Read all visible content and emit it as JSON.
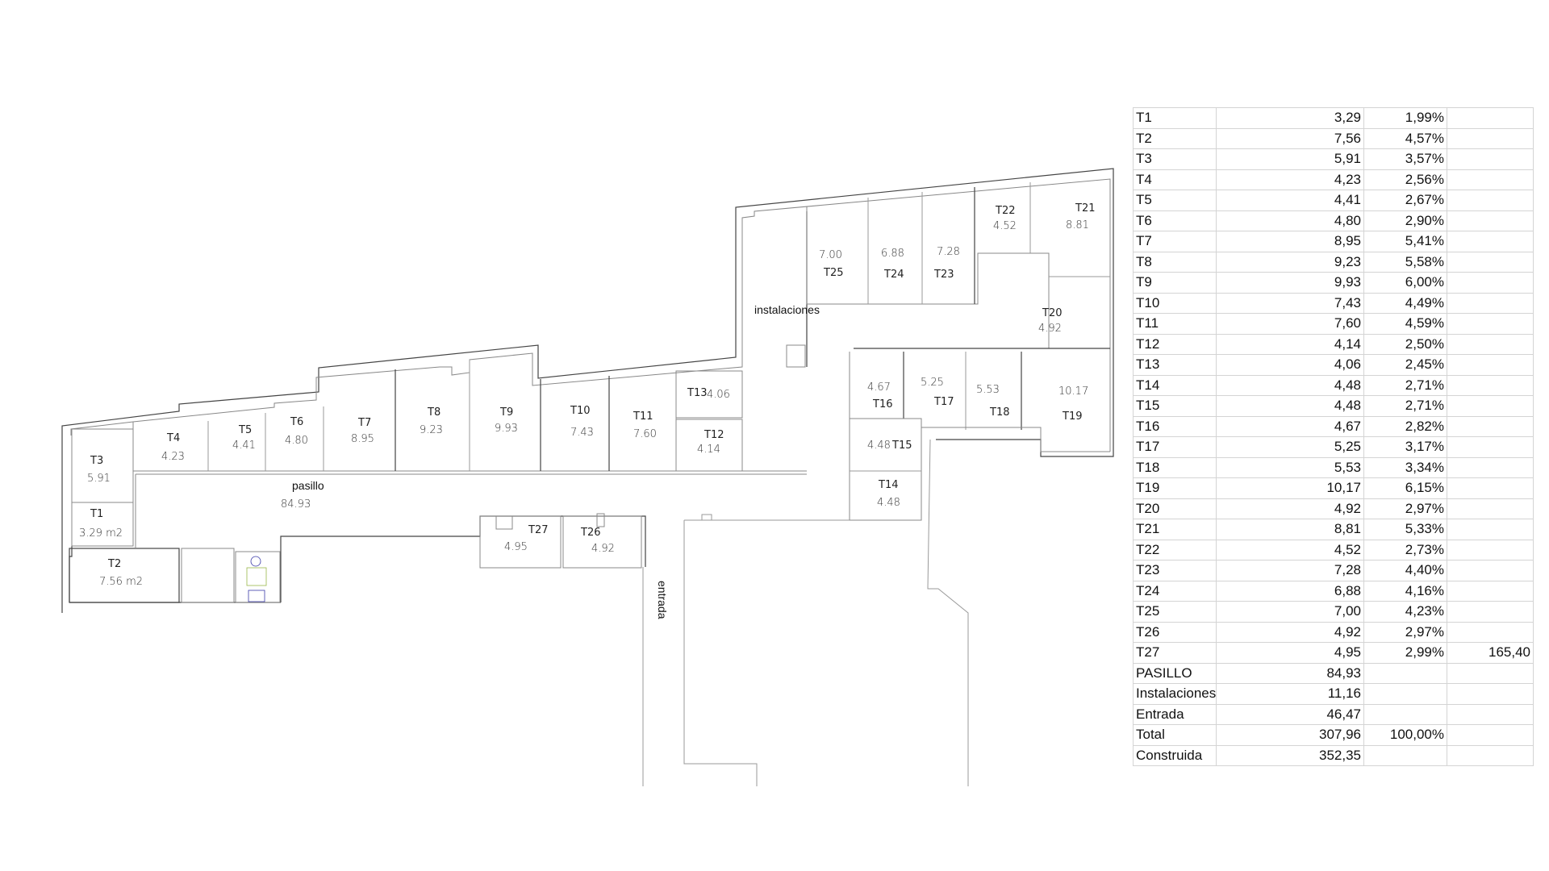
{
  "floor_plan": {
    "rooms": [
      {
        "id": "T1",
        "label": "T1",
        "area": "3.29 m2"
      },
      {
        "id": "T2",
        "label": "T2",
        "area": "7.56 m2"
      },
      {
        "id": "T3",
        "label": "T3",
        "area": "5.91"
      },
      {
        "id": "T4",
        "label": "T4",
        "area": "4.23"
      },
      {
        "id": "T5",
        "label": "T5",
        "area": "4.41"
      },
      {
        "id": "T6",
        "label": "T6",
        "area": "4.80"
      },
      {
        "id": "T7",
        "label": "T7",
        "area": "8.95"
      },
      {
        "id": "T8",
        "label": "T8",
        "area": "9.23"
      },
      {
        "id": "T9",
        "label": "T9",
        "area": "9.93"
      },
      {
        "id": "T10",
        "label": "T10",
        "area": "7.43"
      },
      {
        "id": "T11",
        "label": "T11",
        "area": "7.60"
      },
      {
        "id": "T12",
        "label": "T12",
        "area": "4.14"
      },
      {
        "id": "T13",
        "label": "T13",
        "area": "4.06"
      },
      {
        "id": "T14",
        "label": "T14",
        "area": "4.48"
      },
      {
        "id": "T15",
        "label": "T15",
        "area": "4.48"
      },
      {
        "id": "T16",
        "label": "T16",
        "area": "4.67"
      },
      {
        "id": "T17",
        "label": "T17",
        "area": "5.25"
      },
      {
        "id": "T18",
        "label": "T18",
        "area": "5.53"
      },
      {
        "id": "T19",
        "label": "T19",
        "area": "10.17"
      },
      {
        "id": "T20",
        "label": "T20",
        "area": "4.92"
      },
      {
        "id": "T21",
        "label": "T21",
        "area": "8.81"
      },
      {
        "id": "T22",
        "label": "T22",
        "area": "4.52"
      },
      {
        "id": "T23",
        "label": "T23",
        "area": "7.28"
      },
      {
        "id": "T24",
        "label": "T24",
        "area": "6.88"
      },
      {
        "id": "T25",
        "label": "T25",
        "area": "7.00"
      },
      {
        "id": "T26",
        "label": "T26",
        "area": "4.92"
      },
      {
        "id": "T27",
        "label": "T27",
        "area": "4.95"
      }
    ],
    "pasillo": {
      "label": "pasillo",
      "area": "84.93"
    },
    "instalaciones": {
      "label": "instalaciones"
    },
    "entrada": {
      "label": "entrada"
    }
  },
  "area_table": {
    "rows": [
      [
        "T1",
        "3,29",
        "1,99%",
        ""
      ],
      [
        "T2",
        "7,56",
        "4,57%",
        ""
      ],
      [
        "T3",
        "5,91",
        "3,57%",
        ""
      ],
      [
        "T4",
        "4,23",
        "2,56%",
        ""
      ],
      [
        "T5",
        "4,41",
        "2,67%",
        ""
      ],
      [
        "T6",
        "4,80",
        "2,90%",
        ""
      ],
      [
        "T7",
        "8,95",
        "5,41%",
        ""
      ],
      [
        "T8",
        "9,23",
        "5,58%",
        ""
      ],
      [
        "T9",
        "9,93",
        "6,00%",
        ""
      ],
      [
        "T10",
        "7,43",
        "4,49%",
        ""
      ],
      [
        "T11",
        "7,60",
        "4,59%",
        ""
      ],
      [
        "T12",
        "4,14",
        "2,50%",
        ""
      ],
      [
        "T13",
        "4,06",
        "2,45%",
        ""
      ],
      [
        "T14",
        "4,48",
        "2,71%",
        ""
      ],
      [
        "T15",
        "4,48",
        "2,71%",
        ""
      ],
      [
        "T16",
        "4,67",
        "2,82%",
        ""
      ],
      [
        "T17",
        "5,25",
        "3,17%",
        ""
      ],
      [
        "T18",
        "5,53",
        "3,34%",
        ""
      ],
      [
        "T19",
        "10,17",
        "6,15%",
        ""
      ],
      [
        "T20",
        "4,92",
        "2,97%",
        ""
      ],
      [
        "T21",
        "8,81",
        "5,33%",
        ""
      ],
      [
        "T22",
        "4,52",
        "2,73%",
        ""
      ],
      [
        "T23",
        "7,28",
        "4,40%",
        ""
      ],
      [
        "T24",
        "6,88",
        "4,16%",
        ""
      ],
      [
        "T25",
        "7,00",
        "4,23%",
        ""
      ],
      [
        "T26",
        "4,92",
        "2,97%",
        ""
      ],
      [
        "T27",
        "4,95",
        "2,99%",
        "165,40"
      ],
      [
        "PASILLO",
        "84,93",
        "",
        ""
      ],
      [
        "Instalaciones",
        "11,16",
        "",
        ""
      ],
      [
        "Entrada",
        "46,47",
        "",
        ""
      ],
      [
        "Total",
        "307,96",
        "100,00%",
        ""
      ],
      [
        "Construida",
        "352,35",
        "",
        ""
      ]
    ]
  }
}
